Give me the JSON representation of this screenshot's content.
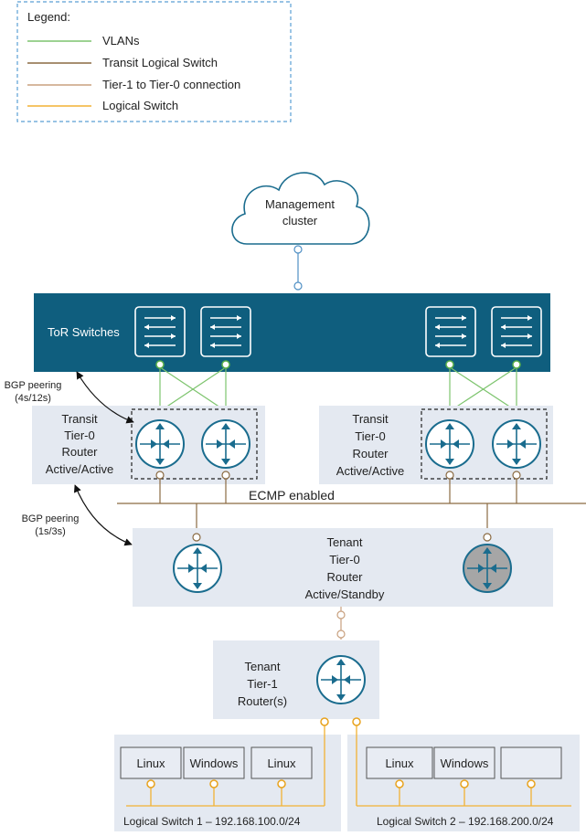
{
  "legend": {
    "title": "Legend:",
    "items": [
      {
        "label": "VLANs",
        "color": "#7dc46e"
      },
      {
        "label": "Transit Logical Switch",
        "color": "#8a6a42"
      },
      {
        "label": "Tier-1 to Tier-0 connection",
        "color": "#c8a07e"
      },
      {
        "label": "Logical Switch",
        "color": "#f2b233"
      }
    ],
    "border_color": "#5a9fd4"
  },
  "management": {
    "line1": "Management",
    "line2": "cluster"
  },
  "tor": {
    "label": "ToR Switches",
    "bg_color": "#0f5e7e"
  },
  "bgp_top": {
    "line1": "BGP peering",
    "line2": "(4s/12s)"
  },
  "bgp_mid": {
    "line1": "BGP peering",
    "line2": "(1s/3s)"
  },
  "transit_left": {
    "l1": "Transit",
    "l2": "Tier-0",
    "l3": "Router",
    "l4": "Active/Active"
  },
  "transit_right": {
    "l1": "Transit",
    "l2": "Tier-0",
    "l3": "Router",
    "l4": "Active/Active"
  },
  "ecmp": "ECMP enabled",
  "tenant_t0": {
    "l1": "Tenant",
    "l2": "Tier-0",
    "l3": "Router",
    "l4": "Active/Standby"
  },
  "tenant_t1": {
    "l1": "Tenant",
    "l2": "Tier-1",
    "l3": "Router(s)"
  },
  "ls1": {
    "vms": [
      "Linux",
      "Windows",
      "Linux"
    ],
    "label": "Logical Switch 1 – 192.168.100.0/24"
  },
  "ls2": {
    "vms": [
      "Linux",
      "Windows",
      ""
    ],
    "label": "Logical Switch 2 – 192.168.200.0/24"
  },
  "colors": {
    "panel": "#e4e9f1",
    "router": "#1a6c8e",
    "vlan": "#7dc46e",
    "transit_ls": "#8a6a42",
    "t1t0": "#c8a07e",
    "logical_switch": "#f2b233",
    "mgmt_link": "#4f8fc4",
    "standby_fill": "#a6a6a6"
  }
}
